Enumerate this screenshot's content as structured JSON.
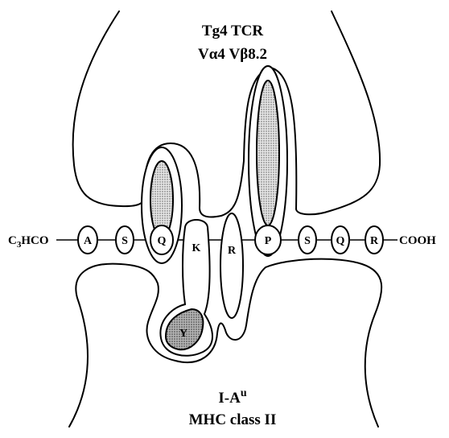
{
  "tcr": {
    "line1": "Tg4 TCR",
    "line2": "Vα4 Vβ8.2"
  },
  "mhc": {
    "line1_main": "I-A",
    "line1_sup": "u",
    "line2": "MHC class II"
  },
  "peptide": {
    "n_term_prefix": "C",
    "n_term_sub": "3",
    "n_term_suffix": "HCO",
    "c_term": "COOH",
    "residues": [
      {
        "letter": "A",
        "contact": "none"
      },
      {
        "letter": "S",
        "contact": "none"
      },
      {
        "letter": "Q",
        "contact": "TCR"
      },
      {
        "letter": "K",
        "contact": "MHC"
      },
      {
        "letter": "R",
        "contact": "MHC"
      },
      {
        "letter": "P",
        "contact": "TCR"
      },
      {
        "letter": "S",
        "contact": "none"
      },
      {
        "letter": "Q",
        "contact": "none"
      },
      {
        "letter": "R",
        "contact": "none"
      }
    ],
    "anchor": {
      "letter": "Y",
      "contact": "MHC pocket"
    }
  },
  "colors": {
    "stroke": "#000000",
    "shade": "#c8c8c8",
    "shade_dark": "#8a8a8a"
  }
}
